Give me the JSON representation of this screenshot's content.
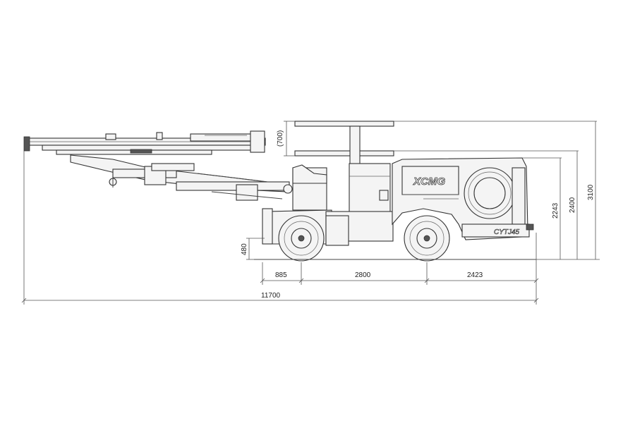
{
  "drawing": {
    "brand": "XCMG",
    "model": "CYTJ45",
    "dimensions": {
      "roof_raise": "(700)",
      "ground_clearance": "480",
      "front_overhang": "885",
      "wheelbase": "2800",
      "rear_overhang": "2423",
      "overall_length": "11700",
      "height_2243": "2243",
      "height_2400": "2400",
      "height_3100": "3100"
    }
  }
}
